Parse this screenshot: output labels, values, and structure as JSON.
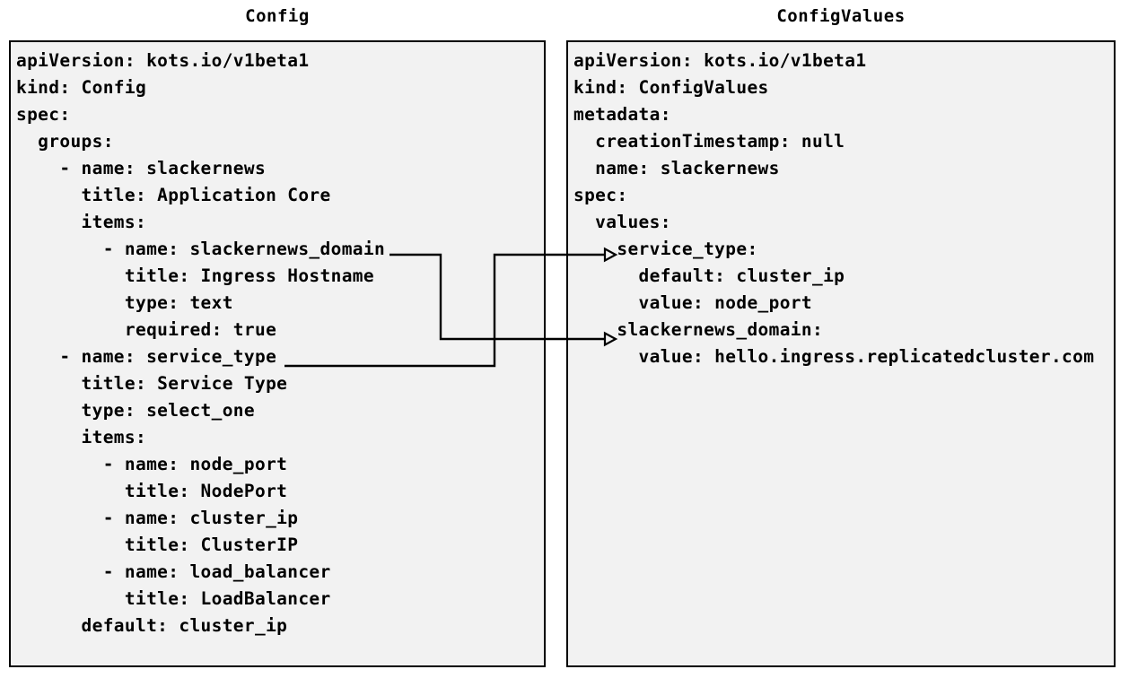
{
  "diagram": {
    "title_left": "Config",
    "title_right": "ConfigValues",
    "background_color": "#ffffff",
    "panel_fill_color": "#f2f2f2",
    "panel_border_color": "#000000",
    "text_color": "#000000",
    "connector_color": "#000000"
  },
  "config_panel": {
    "lines": [
      "apiVersion: kots.io/v1beta1",
      "kind: Config",
      "spec:",
      "  groups:",
      "    - name: slackernews",
      "      title: Application Core",
      "      items:",
      "        - name: slackernews_domain",
      "          title: Ingress Hostname",
      "          type: text",
      "          required: true",
      "    - name: service_type",
      "      title: Service Type",
      "      type: select_one",
      "      items:",
      "        - name: node_port",
      "          title: NodePort",
      "        - name: cluster_ip",
      "          title: ClusterIP",
      "        - name: load_balancer",
      "          title: LoadBalancer",
      "      default: cluster_ip"
    ]
  },
  "configvalues_panel": {
    "lines": [
      "apiVersion: kots.io/v1beta1",
      "kind: ConfigValues",
      "metadata:",
      "  creationTimestamp: null",
      "  name: slackernews",
      "spec:",
      "  values:",
      "    service_type:",
      "      default: cluster_ip",
      "      value: node_port",
      "    slackernews_domain:",
      "      value: hello.ingress.replicatedcluster.com"
    ]
  },
  "connections": [
    {
      "id": "slackernews-domain-link",
      "from_label": "slackernews_domain",
      "to_label": "slackernews_domain:",
      "arrow_style": "open-triangle"
    },
    {
      "id": "service-type-link",
      "from_label": "service_type",
      "to_label": "service_type:",
      "arrow_style": "open-triangle"
    }
  ]
}
